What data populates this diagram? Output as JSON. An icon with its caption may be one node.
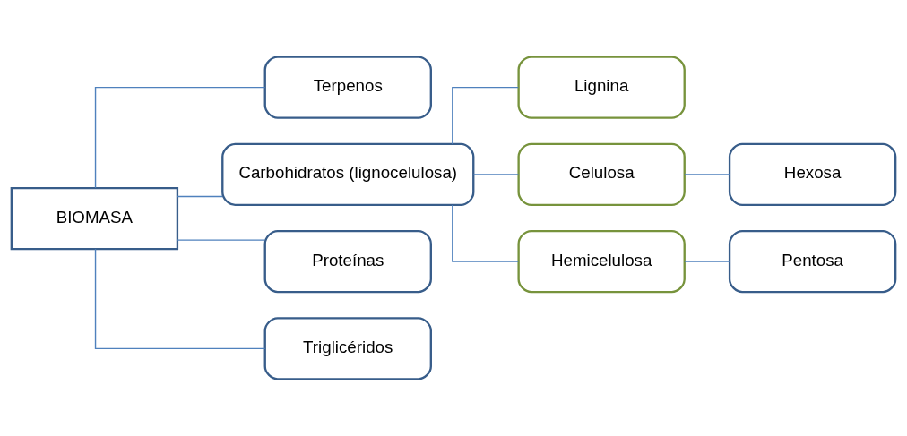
{
  "diagram": {
    "nodes": [
      {
        "text": [
          "BIOMASA"
        ]
      },
      {
        "text": [
          "Terpenos"
        ]
      },
      {
        "text": [
          "Carbohidratos (lignocelulosa)"
        ]
      },
      {
        "text": [
          "Proteínas"
        ]
      },
      {
        "text": [
          "Triglicéridos"
        ]
      },
      {
        "text": [
          "Lignina"
        ]
      },
      {
        "text": [
          "Celulosa"
        ]
      },
      {
        "text": [
          "Hemicelulosa"
        ]
      },
      {
        "text": [
          "Hexosa"
        ]
      },
      {
        "text": [
          "Pentosa"
        ]
      }
    ],
    "edges": [
      {
        "from": 0,
        "to": 1,
        "arrow": "none"
      },
      {
        "from": 0,
        "to": 2,
        "arrow": "none"
      },
      {
        "from": 0,
        "to": 3,
        "arrow": "none"
      },
      {
        "from": 0,
        "to": 4,
        "arrow": "none"
      },
      {
        "from": 2,
        "to": 5,
        "arrow": "none"
      },
      {
        "from": 2,
        "to": 6,
        "arrow": "none"
      },
      {
        "from": 2,
        "to": 7,
        "arrow": "none"
      },
      {
        "from": 6,
        "to": 8,
        "arrow": "none"
      },
      {
        "from": 7,
        "to": 9,
        "arrow": "none"
      }
    ]
  }
}
